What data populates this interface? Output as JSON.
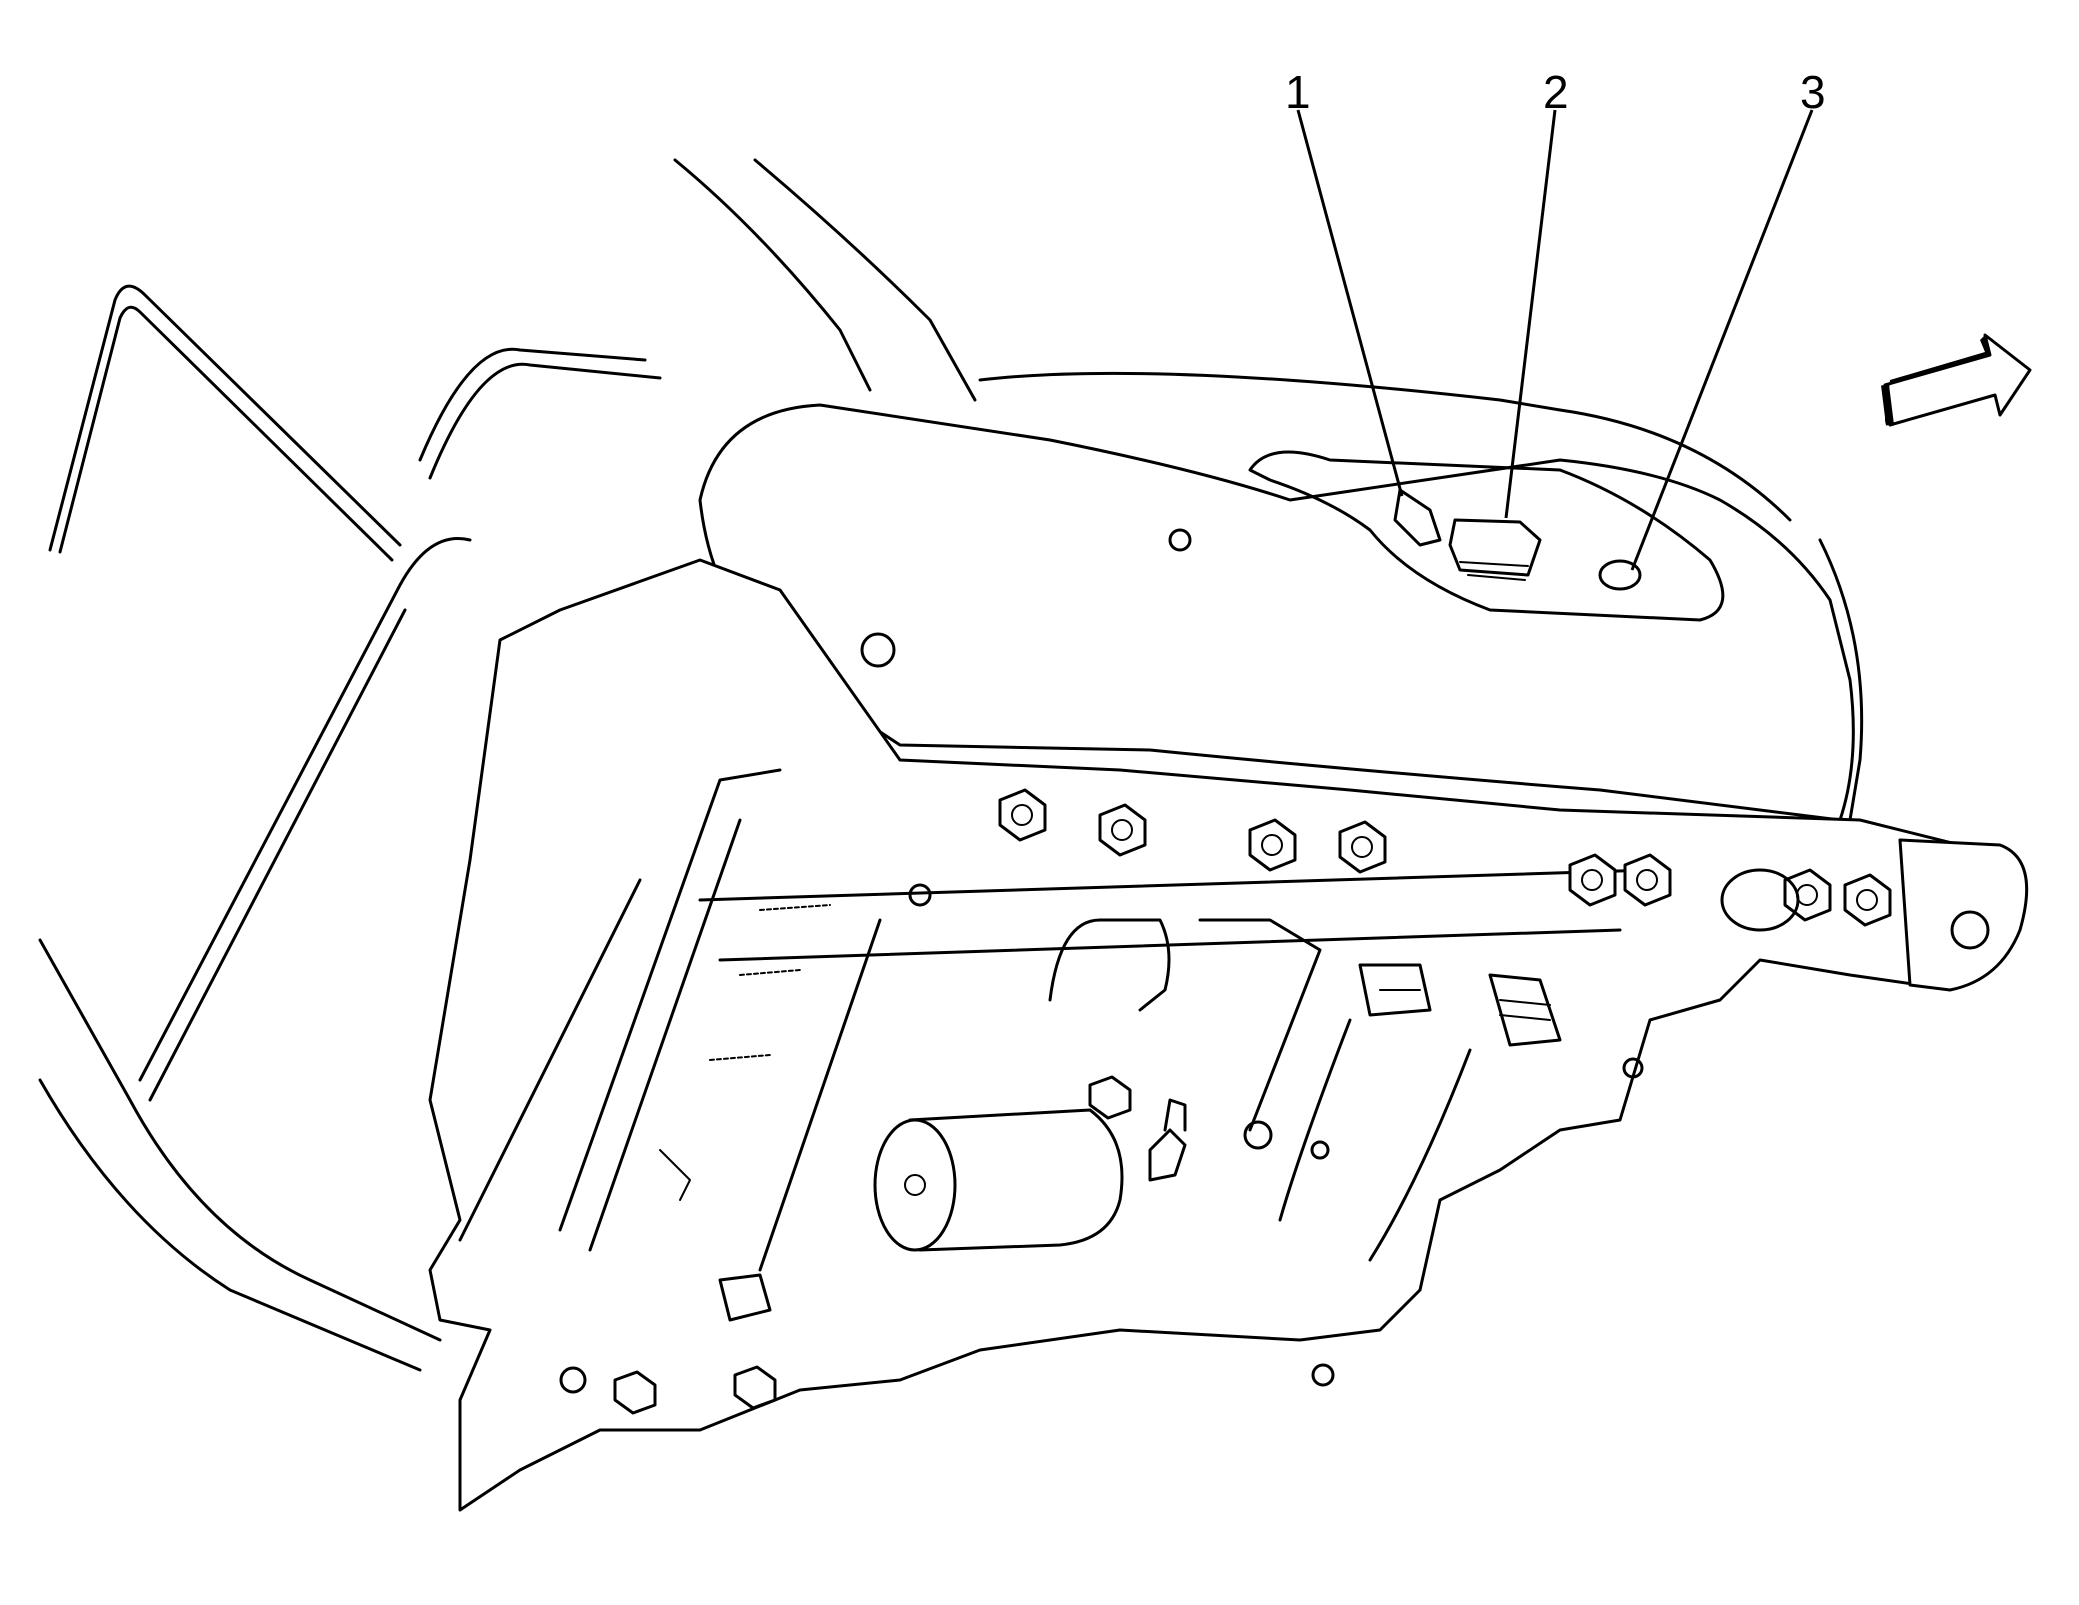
{
  "callouts": [
    {
      "id": "1",
      "label": "1"
    },
    {
      "id": "2",
      "label": "2"
    },
    {
      "id": "3",
      "label": "3"
    }
  ],
  "orientation_arrow": {
    "icon": "direction-arrow-icon",
    "direction": "forward"
  },
  "colors": {
    "line": "#000000",
    "background": "#ffffff"
  }
}
